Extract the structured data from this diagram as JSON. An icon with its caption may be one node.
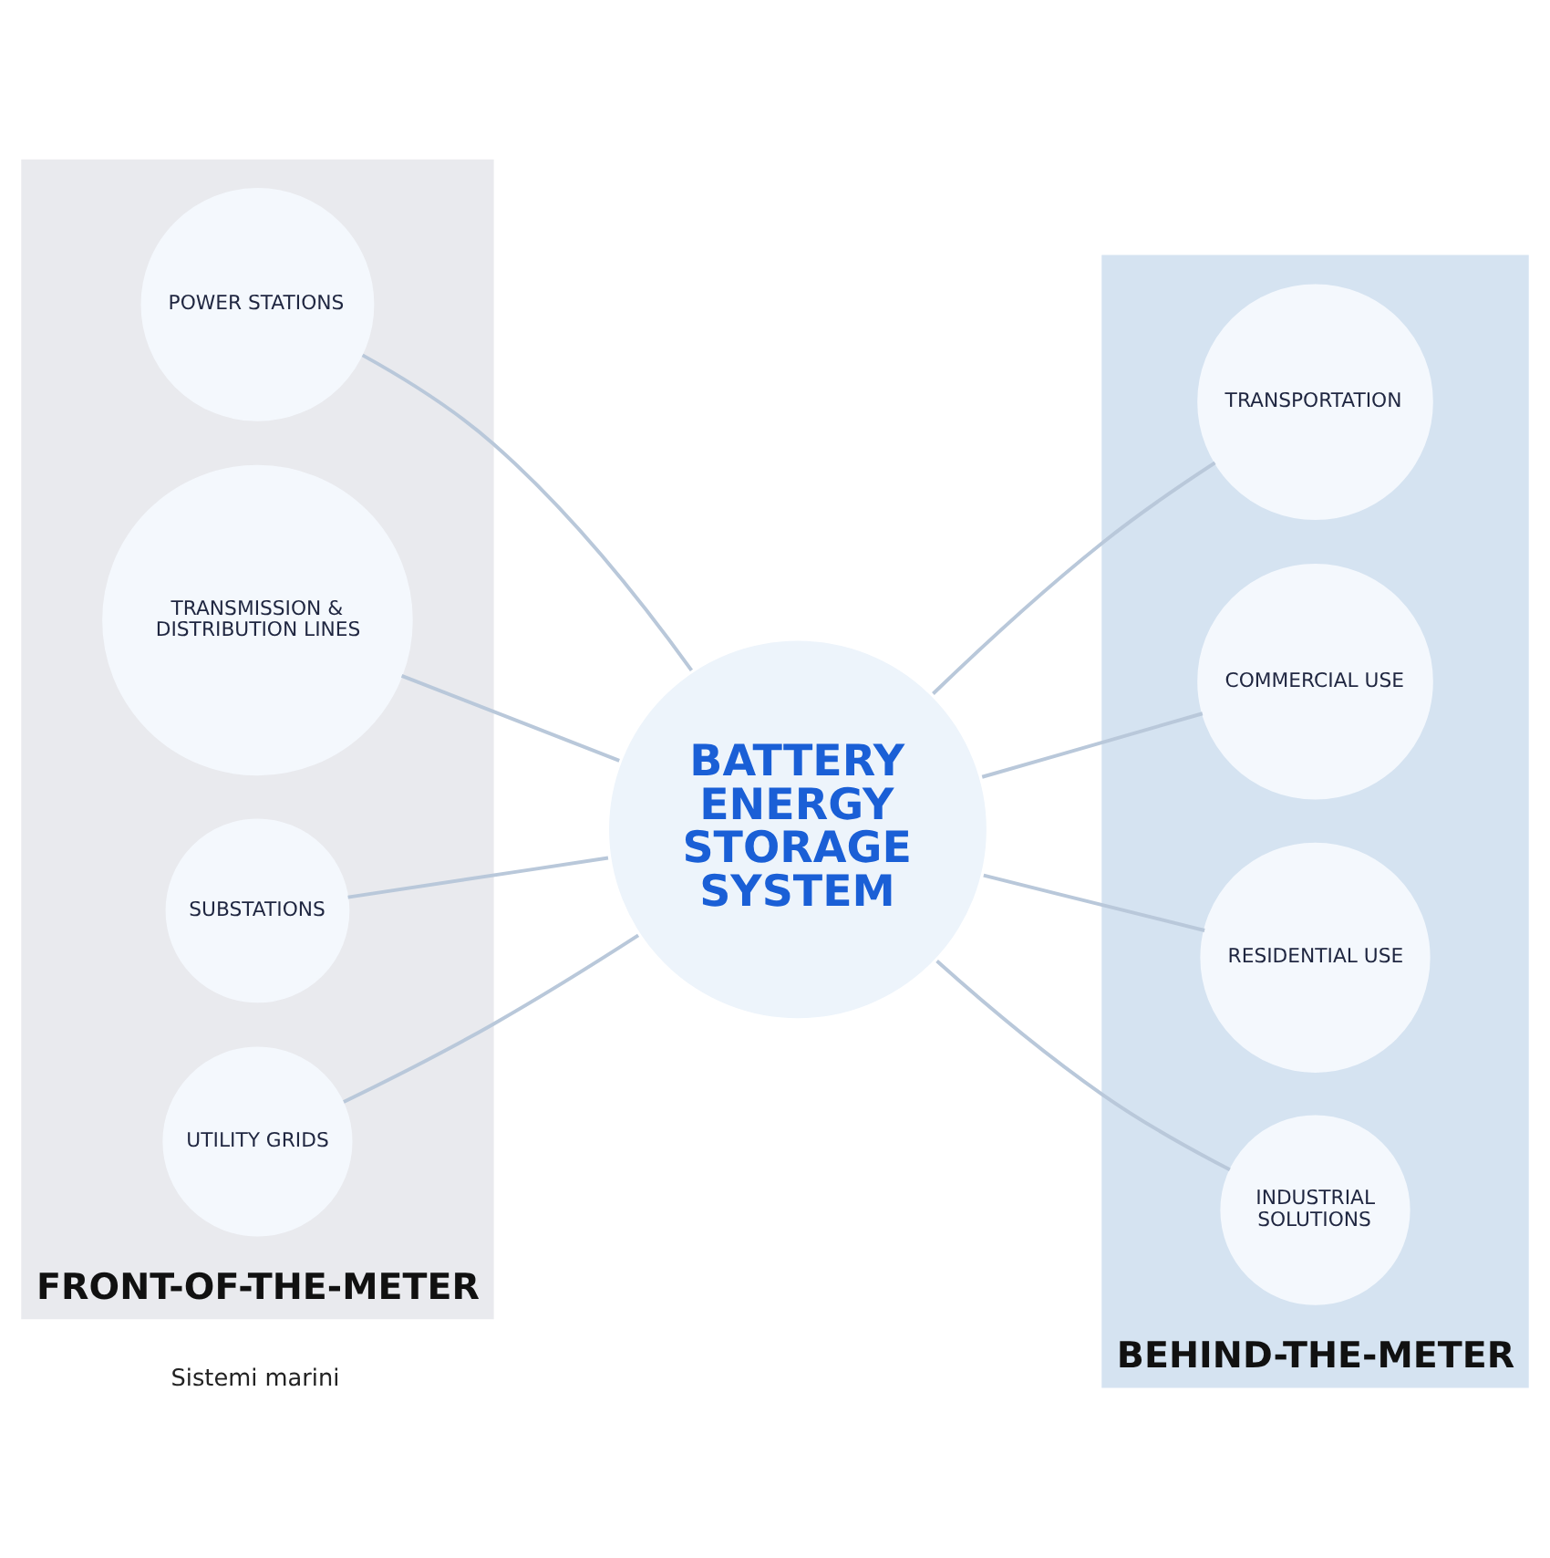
{
  "diagram": {
    "nodes": [
      {
        "text": [
          "FRONT-OF-THE-METER"
        ]
      },
      {
        "text": [
          "POWER STATIONS"
        ],
        "in": 0
      },
      {
        "text": [
          "TRANSMISSION & DISTRIBUTION LINES"
        ],
        "in": 0
      },
      {
        "text": [
          "SUBSTATIONS"
        ],
        "in": 0
      },
      {
        "text": [
          "UTILITY GRIDS"
        ],
        "in": 0
      },
      {
        "text": [
          "BEHIND-THE-METER"
        ]
      },
      {
        "text": [
          "TRANSPORTATION"
        ],
        "in": 5
      },
      {
        "text": [
          "COMMERCIAL USE"
        ],
        "in": 5
      },
      {
        "text": [
          "RESIDENTIAL USE"
        ],
        "in": 5
      },
      {
        "text": [
          "INDUSTRIAL SOLUTIONS"
        ],
        "in": 5
      },
      {
        "text": [
          "BATTERY ENERGY STORAGE SYSTEM"
        ]
      }
    ],
    "edges": [
      {
        "from": 1,
        "to": 10,
        "arrow": "none"
      },
      {
        "from": 2,
        "to": 10,
        "arrow": "none"
      },
      {
        "from": 3,
        "to": 10,
        "arrow": "none"
      },
      {
        "from": 4,
        "to": 10,
        "arrow": "none"
      },
      {
        "from": 10,
        "to": 6,
        "arrow": "none"
      },
      {
        "from": 10,
        "to": 7,
        "arrow": "none"
      },
      {
        "from": 10,
        "to": 8,
        "arrow": "none"
      },
      {
        "from": 10,
        "to": 9,
        "arrow": "none"
      }
    ],
    "labels": [
      "Sistemi marini"
    ]
  }
}
